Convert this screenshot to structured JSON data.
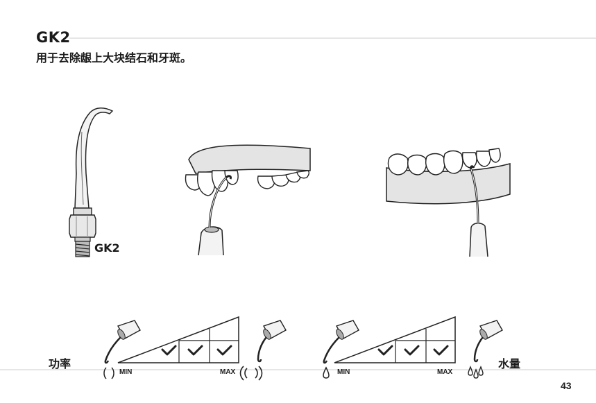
{
  "header": {
    "title": "GK2",
    "subtitle": "用于去除龈上大块结石和牙斑。"
  },
  "tip": {
    "label": "GK2"
  },
  "power": {
    "label": "功率",
    "min_label": "MIN",
    "max_label": "MAX",
    "checked_levels": 3,
    "total_levels": 4
  },
  "water": {
    "label": "水量",
    "min_label": "MIN",
    "max_label": "MAX",
    "checked_levels": 3,
    "total_levels": 4
  },
  "footer": {
    "page_number": "43"
  },
  "icons": {
    "check": "check-icon",
    "vibration": "vibration-icon",
    "drop": "water-drop-icon"
  }
}
